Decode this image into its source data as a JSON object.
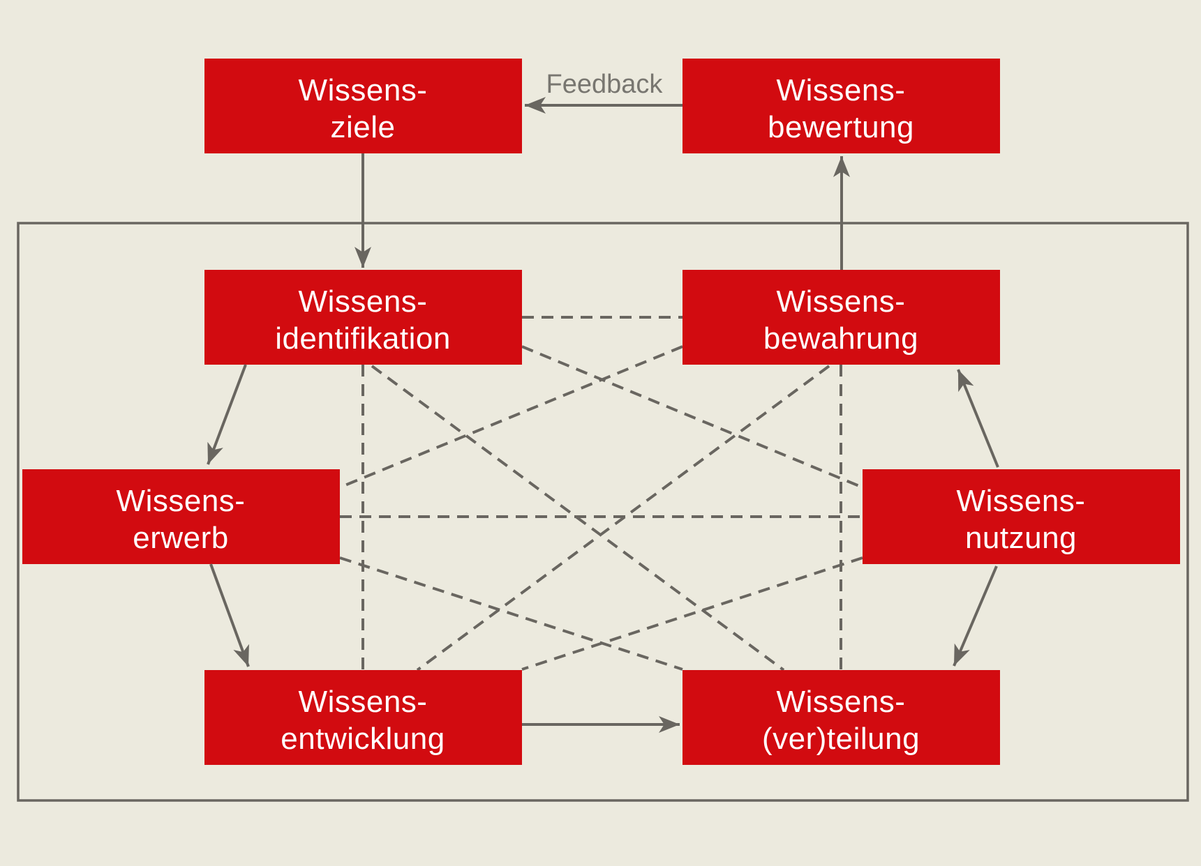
{
  "colors": {
    "background": "#ECEADE",
    "box": "#D20B10",
    "box_text": "#FFFFFF",
    "line": "#696660",
    "feedback_text": "#787670"
  },
  "feedback_label": "Feedback",
  "nodes": {
    "ziele": {
      "line1": "Wissens-",
      "line2": "ziele"
    },
    "bewertung": {
      "line1": "Wissens-",
      "line2": "bewertung"
    },
    "identifikation": {
      "line1": "Wissens-",
      "line2": "identifikation"
    },
    "bewahrung": {
      "line1": "Wissens-",
      "line2": "bewahrung"
    },
    "erwerb": {
      "line1": "Wissens-",
      "line2": "erwerb"
    },
    "nutzung": {
      "line1": "Wissens-",
      "line2": "nutzung"
    },
    "entwicklung": {
      "line1": "Wissens-",
      "line2": "entwicklung"
    },
    "verteilung": {
      "line1": "Wissens-",
      "line2": "(ver)teilung"
    }
  }
}
